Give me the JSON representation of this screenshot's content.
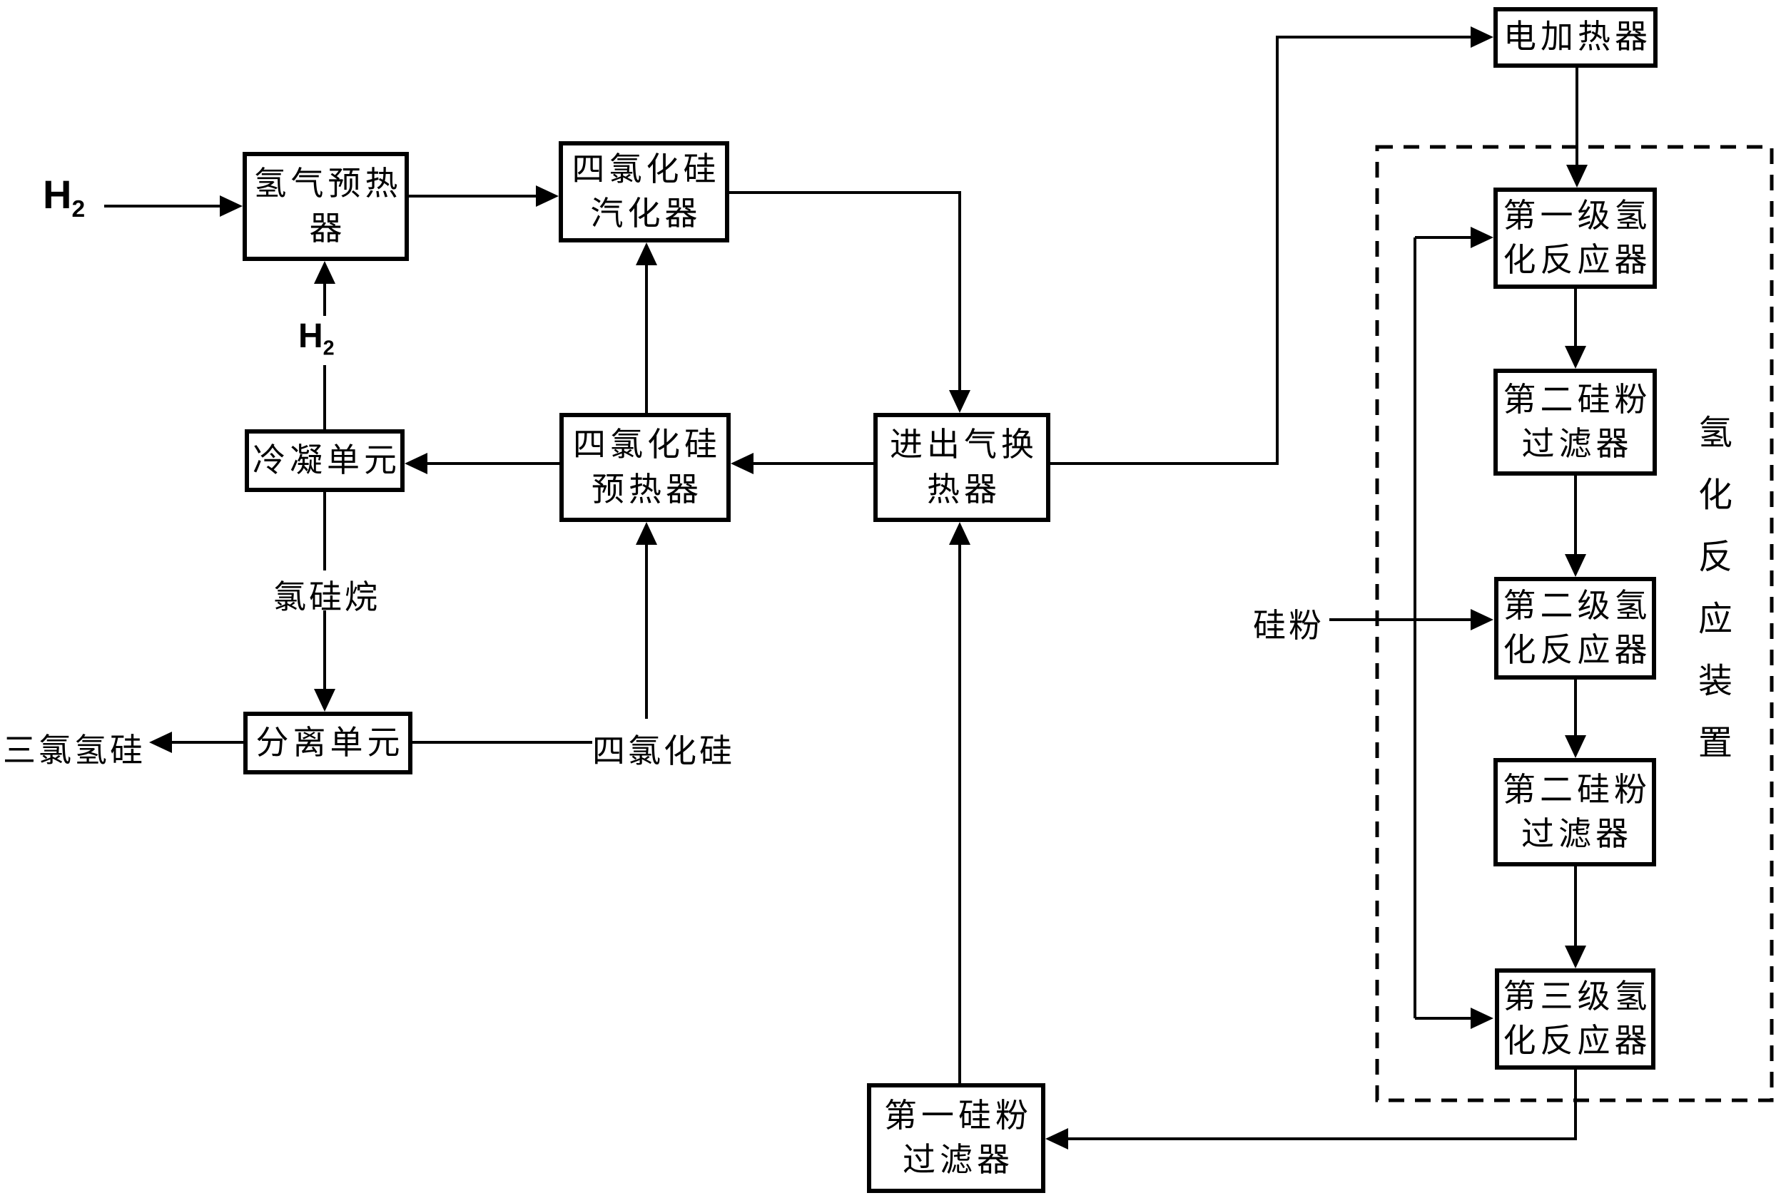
{
  "diagram_type": "process-flow-diagram",
  "background_color": "#ffffff",
  "line_color": "#000000",
  "boxes": {
    "hydrogen_preheater": {
      "lines": [
        "氢气预热",
        "器"
      ]
    },
    "stc_vaporizer": {
      "lines": [
        "四氯化硅",
        "汽化器"
      ]
    },
    "condenser": {
      "lines": [
        "冷凝单元"
      ]
    },
    "stc_preheater": {
      "lines": [
        "四氯化硅",
        "预热器"
      ]
    },
    "gas_heat_exchanger": {
      "lines": [
        "进出气换",
        "热器"
      ]
    },
    "separation_unit": {
      "lines": [
        "分离单元"
      ]
    },
    "electric_heater": {
      "lines": [
        "电加热器"
      ]
    },
    "reactor_stage1": {
      "lines": [
        "第一级氢",
        "化反应器"
      ]
    },
    "silicon_filter_2a": {
      "lines": [
        "第二硅粉",
        "过滤器"
      ]
    },
    "reactor_stage2": {
      "lines": [
        "第二级氢",
        "化反应器"
      ]
    },
    "silicon_filter_2b": {
      "lines": [
        "第二硅粉",
        "过滤器"
      ]
    },
    "reactor_stage3": {
      "lines": [
        "第三级氢",
        "化反应器"
      ]
    },
    "silicon_filter_1": {
      "lines": [
        "第一硅粉",
        "过滤器"
      ]
    }
  },
  "labels": {
    "h2_feed": {
      "base": "H",
      "sub": "2"
    },
    "h2_recycle": {
      "base": "H",
      "sub": "2"
    },
    "chlorosilane": "氯硅烷",
    "trichlorosilane": "三氯氢硅",
    "silicon_tetrachloride": "四氯化硅",
    "silicon_powder": "硅粉",
    "hydrogenation_unit": {
      "text": "氢化反应装置",
      "chars": [
        "氢",
        "化",
        "反",
        "应",
        "装",
        "置"
      ]
    }
  },
  "edges": [
    {
      "from": "h2_feed",
      "to": "hydrogen_preheater"
    },
    {
      "from": "hydrogen_preheater",
      "to": "stc_vaporizer"
    },
    {
      "from": "stc_vaporizer",
      "to": "gas_heat_exchanger"
    },
    {
      "from": "gas_heat_exchanger",
      "to": "electric_heater"
    },
    {
      "from": "electric_heater",
      "to": "reactor_stage1"
    },
    {
      "from": "reactor_stage1",
      "to": "silicon_filter_2a"
    },
    {
      "from": "silicon_filter_2a",
      "to": "reactor_stage2"
    },
    {
      "from": "reactor_stage2",
      "to": "silicon_filter_2b"
    },
    {
      "from": "silicon_filter_2b",
      "to": "reactor_stage3"
    },
    {
      "from": "reactor_stage3",
      "to": "silicon_filter_1"
    },
    {
      "from": "silicon_filter_1",
      "to": "gas_heat_exchanger"
    },
    {
      "from": "gas_heat_exchanger",
      "to": "stc_preheater"
    },
    {
      "from": "stc_preheater",
      "to": "condenser"
    },
    {
      "from": "stc_preheater",
      "to": "stc_vaporizer"
    },
    {
      "from": "silicon_tetrachloride",
      "to": "stc_preheater"
    },
    {
      "from": "separation_unit",
      "to": "silicon_tetrachloride"
    },
    {
      "from": "condenser",
      "to": "hydrogen_preheater"
    },
    {
      "from": "condenser",
      "to": "separation_unit"
    },
    {
      "from": "separation_unit",
      "to": "trichlorosilane"
    },
    {
      "from": "silicon_powder",
      "to": "reactor_stage1"
    },
    {
      "from": "silicon_powder",
      "to": "reactor_stage2"
    },
    {
      "from": "silicon_powder",
      "to": "reactor_stage3"
    }
  ]
}
